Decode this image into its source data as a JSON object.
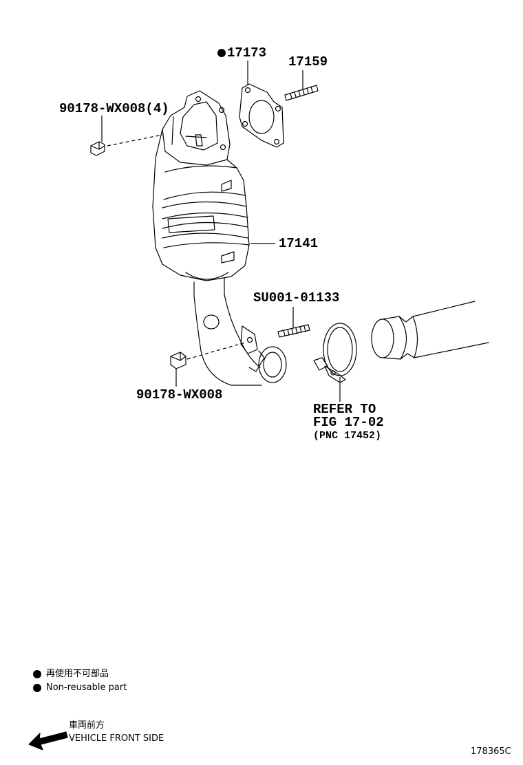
{
  "parts": {
    "gasket": "17173",
    "stud_upper": "17159",
    "bolt_upper": "90178-WX008(4)",
    "converter": "17141",
    "stud_lower": "SU001-01133",
    "bolt_lower": "90178-WX008"
  },
  "reference": {
    "line1": "REFER TO",
    "line2": "FIG 17-02",
    "line3": "(PNC 17452)"
  },
  "legend": {
    "jp": "再使用不可部品",
    "en": "Non-reusable part"
  },
  "direction": {
    "jp": "車両前方",
    "en": "VEHICLE FRONT SIDE"
  },
  "figure_id": "178365C"
}
